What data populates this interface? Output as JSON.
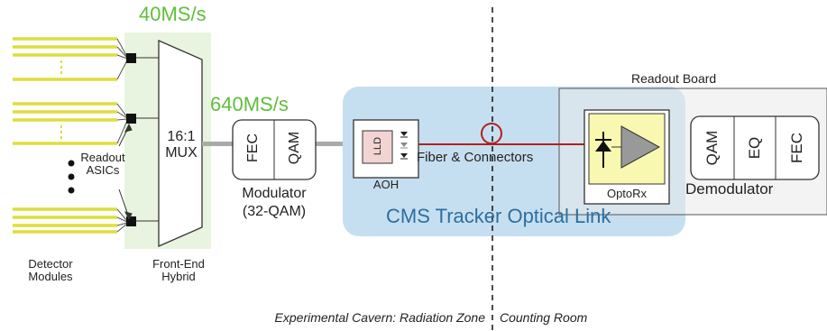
{
  "rates": {
    "asic_rate": "40MS/s",
    "mux_rate": "640MS/s"
  },
  "front_end": {
    "detector_label": "Detector\nModules",
    "asic_label": "Readout\nASICs",
    "mux_label": "16:1\nMUX",
    "hybrid_label": "Front-End\nHybrid"
  },
  "modulator": {
    "fec": "FEC",
    "qam": "QAM",
    "label": "Modulator\n(32-QAM)"
  },
  "optical_link": {
    "title": "CMS Tracker Optical Link",
    "lld": "LLD",
    "aoh": "AOH",
    "fiber": "Fiber & Connectors"
  },
  "readout": {
    "board_label": "Readout Board",
    "optorx": "OptoRx"
  },
  "demodulator": {
    "qam": "QAM",
    "eq": "EQ",
    "fec": "FEC",
    "label": "Demodulator"
  },
  "zones": {
    "left": "Experimental Cavern: Radiation Zone",
    "right": "Counting Room"
  },
  "colors": {
    "trace_yellow": "#dede3a",
    "hybrid_green": "#e8f4df",
    "link_blue": "#c6dff0",
    "link_title": "#2c6fa0",
    "fiber_red": "#b02020",
    "lld_pink": "#f2d4d2",
    "optorx_yellow": "#f8f8b0",
    "rate_green": "#5fbf3a"
  }
}
